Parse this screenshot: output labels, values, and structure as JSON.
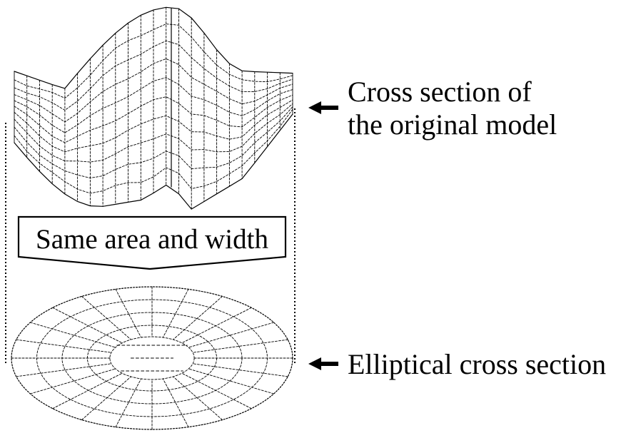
{
  "labels": {
    "original": [
      "Cross section of",
      "the original model"
    ],
    "elliptical": "Elliptical cross section",
    "callout": "Same area and width"
  },
  "icons": {
    "pointer_arrow": "left-arrow-icon"
  },
  "colors": {
    "ink": "#000000",
    "background": "#ffffff"
  }
}
